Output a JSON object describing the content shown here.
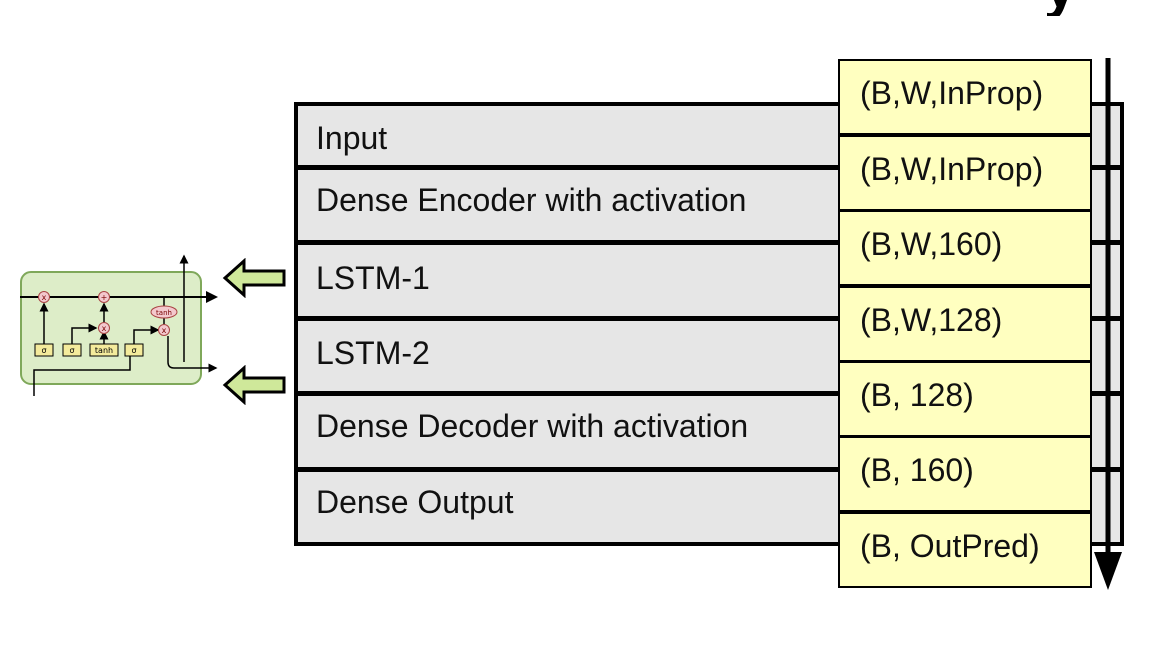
{
  "cutoff_glyph": "y",
  "layers": [
    {
      "label": "Input"
    },
    {
      "label": "Dense Encoder with activation"
    },
    {
      "label": "LSTM-1"
    },
    {
      "label": "LSTM-2"
    },
    {
      "label": "Dense Decoder with activation"
    },
    {
      "label": "Dense Output"
    }
  ],
  "tensor_shapes": [
    "(B,W,InProp)",
    "(B,W,InProp)",
    "(B,W,160)",
    "(B,W,128)",
    "(B, 128)",
    "(B, 160)",
    "(B, OutPred)"
  ],
  "lstm_cell": {
    "gate_labels": [
      "σ",
      "σ",
      "tanh",
      "σ"
    ],
    "output_activation": "tanh",
    "ops": [
      "x",
      "+",
      "x",
      "x"
    ]
  },
  "colors": {
    "layer_fill": "#e6e6e6",
    "shape_fill": "#ffffc0",
    "lstm_fill": "#ddedc8",
    "lstm_border": "#7fa85a",
    "arrow_fill": "#cfe89a",
    "gate_fill": "#f4eb9c",
    "op_fill": "#f3c8cd"
  }
}
